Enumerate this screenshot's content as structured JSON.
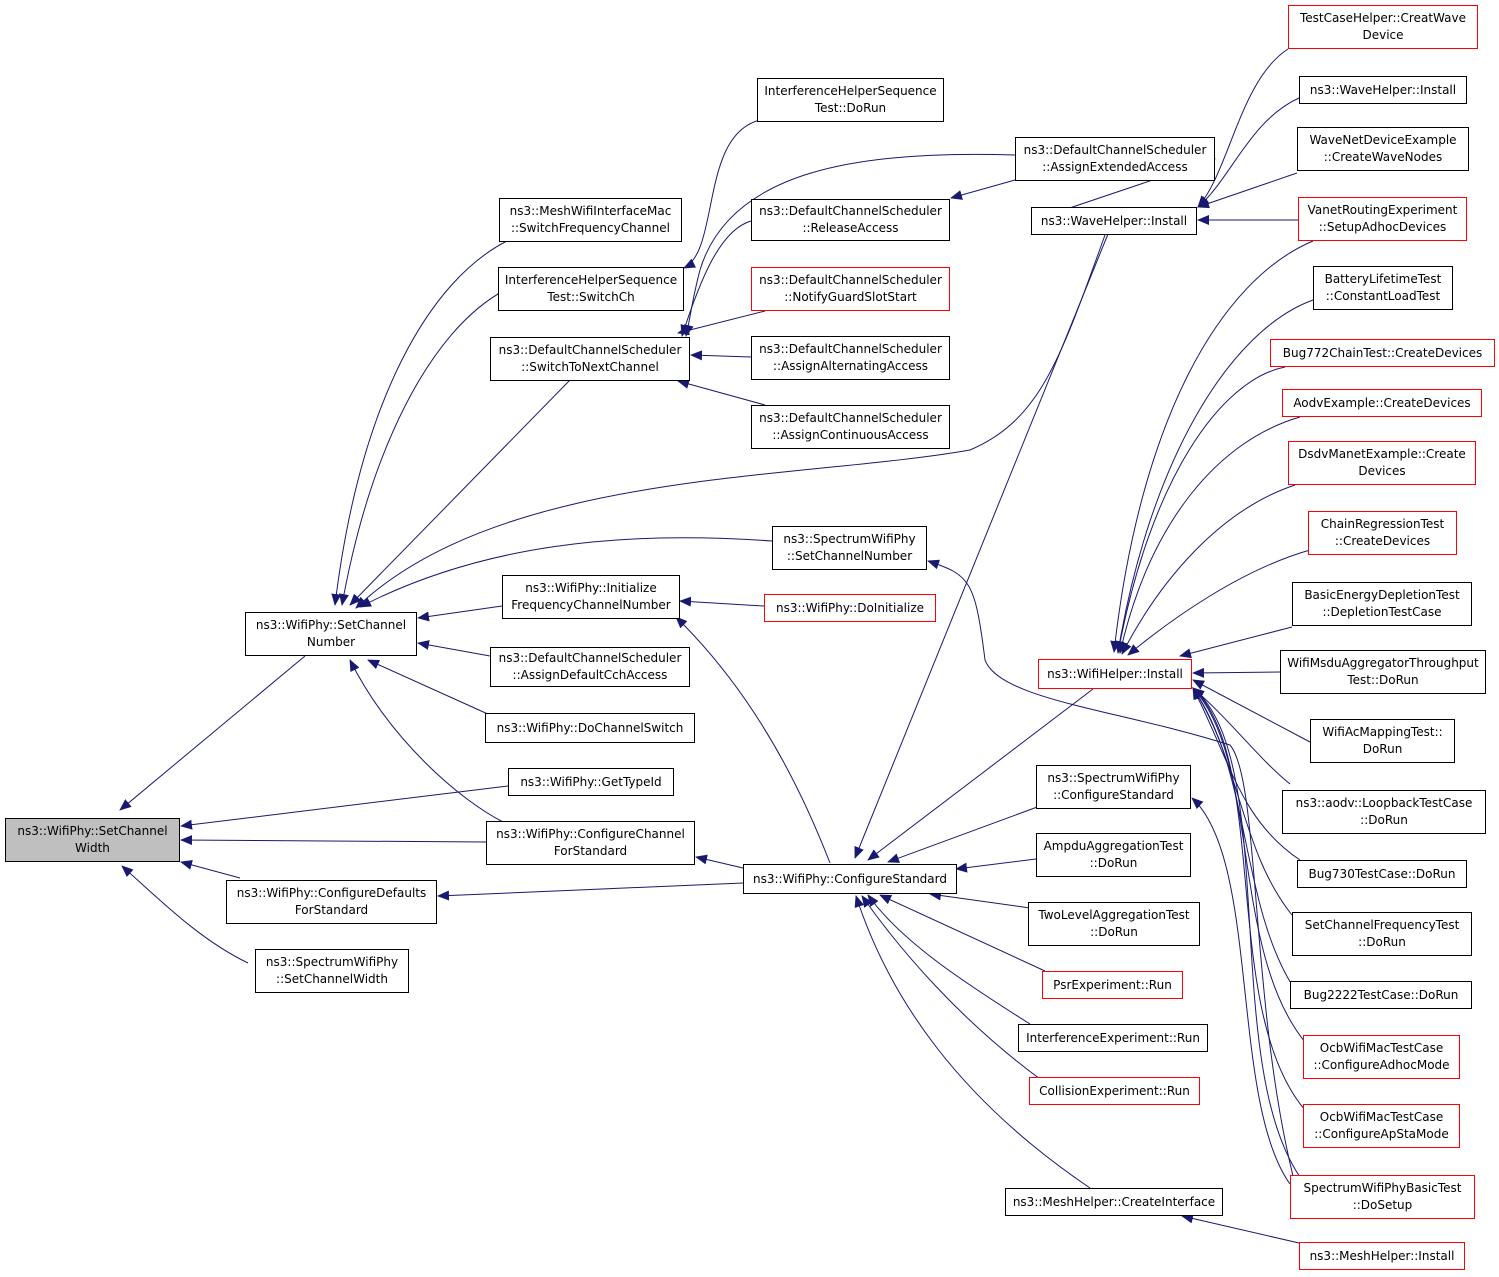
{
  "colors": {
    "edge": "#191970",
    "border_default": "#000000",
    "border_link": "#ff0000",
    "root_fill": "#bfbfbf"
  },
  "nodes": [
    {
      "id": "n0",
      "label": "ns3::WifiPhy::SetChannel\nWidth",
      "style": "root"
    },
    {
      "id": "n1",
      "label": "ns3::WifiPhy::SetChannel\nNumber",
      "style": "normal"
    },
    {
      "id": "n2",
      "label": "ns3::WifiPhy::ConfigureDefaults\nForStandard",
      "style": "normal"
    },
    {
      "id": "n3",
      "label": "ns3::SpectrumWifiPhy\n::SetChannelWidth",
      "style": "normal"
    },
    {
      "id": "n4",
      "label": "ns3::MeshWifiInterfaceMac\n::SwitchFrequencyChannel",
      "style": "normal"
    },
    {
      "id": "n5",
      "label": "InterferenceHelperSequence\nTest::SwitchCh",
      "style": "normal"
    },
    {
      "id": "n6",
      "label": "ns3::DefaultChannelScheduler\n::SwitchToNextChannel",
      "style": "normal"
    },
    {
      "id": "n7",
      "label": "ns3::WifiPhy::Initialize\nFrequencyChannelNumber",
      "style": "normal"
    },
    {
      "id": "n8",
      "label": "ns3::DefaultChannelScheduler\n::AssignDefaultCchAccess",
      "style": "normal"
    },
    {
      "id": "n9",
      "label": "ns3::WifiPhy::DoChannelSwitch",
      "style": "normal"
    },
    {
      "id": "n10",
      "label": "ns3::WifiPhy::GetTypeId",
      "style": "normal"
    },
    {
      "id": "n11",
      "label": "ns3::WifiPhy::ConfigureChannel\nForStandard",
      "style": "normal"
    },
    {
      "id": "n12",
      "label": "InterferenceHelperSequence\nTest::DoRun",
      "style": "normal"
    },
    {
      "id": "n13",
      "label": "ns3::DefaultChannelScheduler\n::ReleaseAccess",
      "style": "normal"
    },
    {
      "id": "n14",
      "label": "ns3::DefaultChannelScheduler\n::NotifyGuardSlotStart",
      "style": "red"
    },
    {
      "id": "n15",
      "label": "ns3::DefaultChannelScheduler\n::AssignAlternatingAccess",
      "style": "normal"
    },
    {
      "id": "n16",
      "label": "ns3::DefaultChannelScheduler\n::AssignContinuousAccess",
      "style": "normal"
    },
    {
      "id": "n17",
      "label": "ns3::SpectrumWifiPhy\n::SetChannelNumber",
      "style": "normal"
    },
    {
      "id": "n18",
      "label": "ns3::WifiPhy::DoInitialize",
      "style": "red"
    },
    {
      "id": "n19",
      "label": "ns3::WifiPhy::ConfigureStandard",
      "style": "normal"
    },
    {
      "id": "n20",
      "label": "ns3::DefaultChannelScheduler\n::AssignExtendedAccess",
      "style": "normal"
    },
    {
      "id": "n21",
      "label": "ns3::WaveHelper::Install",
      "style": "normal"
    },
    {
      "id": "n22",
      "label": "ns3::WifiHelper::Install",
      "style": "red"
    },
    {
      "id": "n23",
      "label": "ns3::SpectrumWifiPhy\n::ConfigureStandard",
      "style": "normal"
    },
    {
      "id": "n24",
      "label": "AmpduAggregationTest\n::DoRun",
      "style": "normal"
    },
    {
      "id": "n25",
      "label": "TwoLevelAggregationTest\n::DoRun",
      "style": "normal"
    },
    {
      "id": "n26",
      "label": "PsrExperiment::Run",
      "style": "red"
    },
    {
      "id": "n27",
      "label": "InterferenceExperiment::Run",
      "style": "normal"
    },
    {
      "id": "n28",
      "label": "CollisionExperiment::Run",
      "style": "red"
    },
    {
      "id": "n29",
      "label": "ns3::MeshHelper::CreateInterface",
      "style": "normal"
    },
    {
      "id": "n30",
      "label": "TestCaseHelper::CreatWave\nDevice",
      "style": "red"
    },
    {
      "id": "n31",
      "label": "ns3::WaveHelper::Install",
      "style": "normal"
    },
    {
      "id": "n32",
      "label": "WaveNetDeviceExample\n::CreateWaveNodes",
      "style": "normal"
    },
    {
      "id": "n33",
      "label": "VanetRoutingExperiment\n::SetupAdhocDevices",
      "style": "red"
    },
    {
      "id": "n34",
      "label": "BatteryLifetimeTest\n::ConstantLoadTest",
      "style": "normal"
    },
    {
      "id": "n35",
      "label": "Bug772ChainTest::CreateDevices",
      "style": "red"
    },
    {
      "id": "n36",
      "label": "AodvExample::CreateDevices",
      "style": "red"
    },
    {
      "id": "n37",
      "label": "DsdvManetExample::Create\nDevices",
      "style": "red"
    },
    {
      "id": "n38",
      "label": "ChainRegressionTest\n::CreateDevices",
      "style": "red"
    },
    {
      "id": "n39",
      "label": "BasicEnergyDepletionTest\n::DepletionTestCase",
      "style": "normal"
    },
    {
      "id": "n40",
      "label": "WifiMsduAggregatorThroughput\nTest::DoRun",
      "style": "normal"
    },
    {
      "id": "n41",
      "label": "WifiAcMappingTest::\nDoRun",
      "style": "normal"
    },
    {
      "id": "n42",
      "label": "ns3::aodv::LoopbackTestCase\n::DoRun",
      "style": "normal"
    },
    {
      "id": "n43",
      "label": "Bug730TestCase::DoRun",
      "style": "normal"
    },
    {
      "id": "n44",
      "label": "SetChannelFrequencyTest\n::DoRun",
      "style": "normal"
    },
    {
      "id": "n45",
      "label": "Bug2222TestCase::DoRun",
      "style": "normal"
    },
    {
      "id": "n46",
      "label": "OcbWifiMacTestCase\n::ConfigureAdhocMode",
      "style": "red"
    },
    {
      "id": "n47",
      "label": "OcbWifiMacTestCase\n::ConfigureApStaMode",
      "style": "red"
    },
    {
      "id": "n48",
      "label": "SpectrumWifiPhyBasicTest\n::DoSetup",
      "style": "red"
    },
    {
      "id": "n49",
      "label": "ns3::MeshHelper::Install",
      "style": "red"
    }
  ],
  "edges": [
    [
      "n1",
      "n0"
    ],
    [
      "n2",
      "n0"
    ],
    [
      "n3",
      "n0"
    ],
    [
      "n10",
      "n0"
    ],
    [
      "n11",
      "n0"
    ],
    [
      "n4",
      "n1"
    ],
    [
      "n5",
      "n1"
    ],
    [
      "n6",
      "n1"
    ],
    [
      "n7",
      "n1"
    ],
    [
      "n8",
      "n1"
    ],
    [
      "n9",
      "n1"
    ],
    [
      "n11",
      "n1"
    ],
    [
      "n17",
      "n1"
    ],
    [
      "n21",
      "n1"
    ],
    [
      "n19",
      "n2"
    ],
    [
      "n19",
      "n11"
    ],
    [
      "n12",
      "n5"
    ],
    [
      "n13",
      "n6"
    ],
    [
      "n14",
      "n6"
    ],
    [
      "n15",
      "n6"
    ],
    [
      "n16",
      "n6"
    ],
    [
      "n20",
      "n6"
    ],
    [
      "n18",
      "n7"
    ],
    [
      "n19",
      "n7"
    ],
    [
      "n20",
      "n13"
    ],
    [
      "n21",
      "n20"
    ],
    [
      "n21",
      "n19"
    ],
    [
      "n22",
      "n19"
    ],
    [
      "n23",
      "n19"
    ],
    [
      "n24",
      "n19"
    ],
    [
      "n25",
      "n19"
    ],
    [
      "n26",
      "n19"
    ],
    [
      "n27",
      "n19"
    ],
    [
      "n28",
      "n19"
    ],
    [
      "n29",
      "n19"
    ],
    [
      "n22",
      "n17"
    ],
    [
      "n30",
      "n21"
    ],
    [
      "n31",
      "n21"
    ],
    [
      "n32",
      "n21"
    ],
    [
      "n33",
      "n21"
    ],
    [
      "n33",
      "n22"
    ],
    [
      "n34",
      "n22"
    ],
    [
      "n35",
      "n22"
    ],
    [
      "n36",
      "n22"
    ],
    [
      "n37",
      "n22"
    ],
    [
      "n38",
      "n22"
    ],
    [
      "n39",
      "n22"
    ],
    [
      "n40",
      "n22"
    ],
    [
      "n41",
      "n22"
    ],
    [
      "n42",
      "n22"
    ],
    [
      "n43",
      "n22"
    ],
    [
      "n44",
      "n22"
    ],
    [
      "n45",
      "n22"
    ],
    [
      "n46",
      "n22"
    ],
    [
      "n47",
      "n22"
    ],
    [
      "n48",
      "n22"
    ],
    [
      "n48",
      "n23"
    ],
    [
      "n49",
      "n29"
    ]
  ]
}
